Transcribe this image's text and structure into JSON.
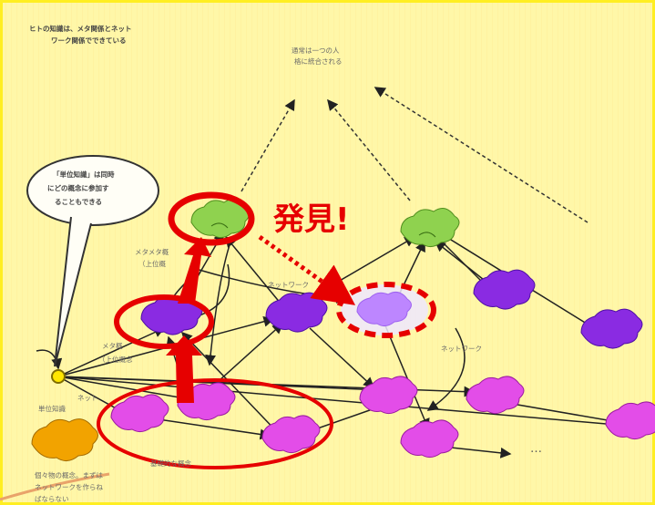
{
  "texts": {
    "top_left_note_1": "ヒトの知識は、メタ関係とネット",
    "top_left_note_2": "ワーク関係でできている",
    "top_center_note_1": "通常は一つの人",
    "top_center_note_2": "格に統合される",
    "bubble_line_1": "「単位知識」は同時",
    "bubble_line_2": "にどの概念に参加す",
    "bubble_line_3": "ることもできる",
    "meta_upper_1": "メタメタ概",
    "meta_upper_2": "（上位概",
    "network_mid": "ネットワーク",
    "meta_mid_1": "メタ概",
    "meta_mid_2": "（上位概念",
    "network_right": "ネットワーク",
    "network_left": "ネット",
    "unit_knowledge": "単位知識",
    "base_concept": "基礎的な概念",
    "bottom_left_1": "個々物の概念。まずは",
    "bottom_left_2": "ネットワークを作らね",
    "bottom_left_3": "ばならない",
    "discovery": "発見!",
    "ellipsis": "…"
  },
  "colors": {
    "background": "#fff7a8",
    "frame": "#ffee22",
    "green_cloud": "#8fd24f",
    "purple_cloud": "#8a2be2",
    "magenta_cloud": "#e34de8",
    "lavender_cloud": "#bd86ff",
    "orange_cloud": "#f2a300",
    "highlight_red": "#e60000"
  }
}
